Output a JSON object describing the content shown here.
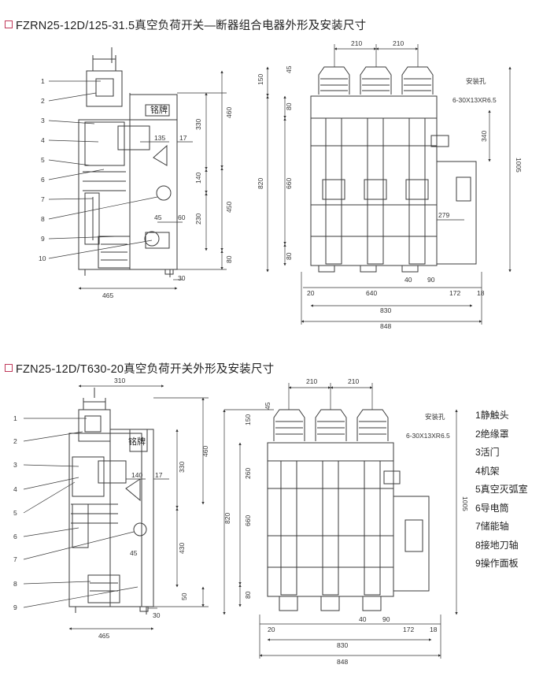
{
  "diagram1": {
    "title": "FZRN25-12D/125-31.5真空负荷开关—断器组合电器外形及安装尺寸",
    "part_numbers": [
      "1",
      "2",
      "3",
      "4",
      "5",
      "6",
      "7",
      "8",
      "9",
      "10"
    ],
    "nameplate": "铭牌",
    "side_dims": {
      "d465": "465",
      "d135": "135",
      "d17": "17",
      "d45": "45",
      "d60": "60",
      "d30": "30",
      "d330": "330",
      "d140": "140",
      "d230": "230",
      "d460": "460",
      "d450": "450",
      "d80": "80"
    },
    "front_dims": {
      "d210a": "210",
      "d210b": "210",
      "d45": "45",
      "d150": "150",
      "d80top": "80",
      "d820": "820",
      "d660": "660",
      "d80bot": "80",
      "d340": "340",
      "d279": "279",
      "d1005": "1005",
      "d20": "20",
      "d640": "640",
      "d40": "40",
      "d90": "90",
      "d172": "172",
      "d18": "18",
      "d830": "830",
      "d848": "848"
    },
    "mount_hole_label": "安装孔",
    "mount_hole_spec": "6-30X13XR6.5"
  },
  "diagram2": {
    "title": "FZN25-12D/T630-20真空负荷开关外形及安装尺寸",
    "part_numbers": [
      "1",
      "2",
      "3",
      "4",
      "5",
      "6",
      "7",
      "8",
      "9"
    ],
    "nameplate": "铭牌",
    "side_dims": {
      "d310": "310",
      "d465": "465",
      "d140": "140",
      "d17": "17",
      "d45": "45",
      "d30": "30",
      "d330": "330",
      "d430": "430",
      "d460": "460",
      "d50": "50"
    },
    "front_dims": {
      "d210a": "210",
      "d210b": "210",
      "d45": "45",
      "d150": "150",
      "d260": "260",
      "d820": "820",
      "d660": "660",
      "d80": "80",
      "d1005": "1005",
      "d20": "20",
      "d40": "40",
      "d90": "90",
      "d172": "172",
      "d18": "18",
      "d830": "830",
      "d848": "848"
    },
    "mount_hole_label": "安装孔",
    "mount_hole_spec": "6-30X13XR6.5"
  },
  "legend": [
    "1静触头",
    "2绝缘罩",
    "3活门",
    "4机架",
    "5真空灭弧室",
    "6导电筒",
    "7储能轴",
    "8接地刀轴",
    "9操作面板"
  ],
  "colors": {
    "line": "#3a3a3a",
    "accent_box": "#c0385a"
  }
}
